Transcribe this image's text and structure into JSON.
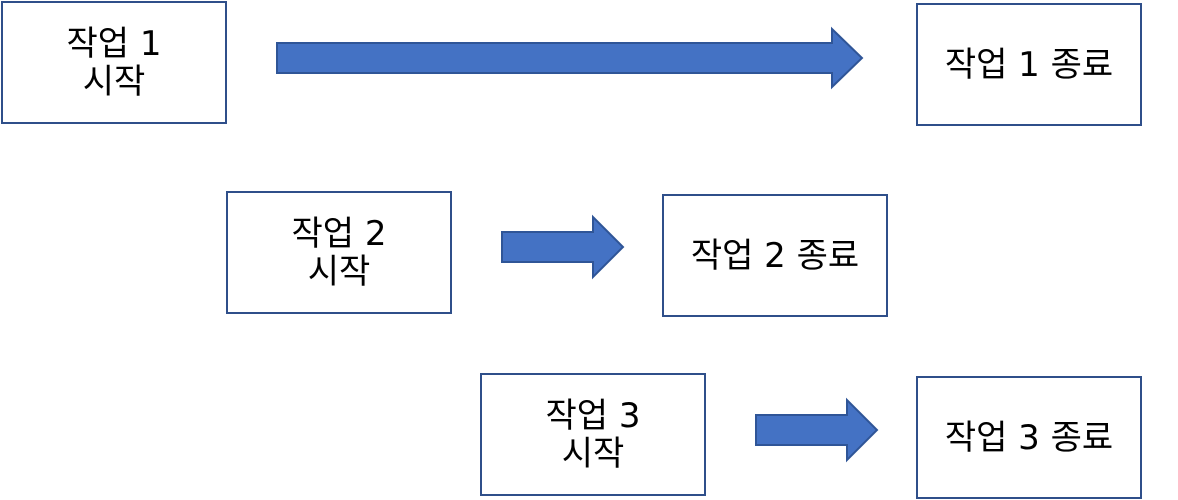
{
  "colors": {
    "arrow_fill": "#4472c4",
    "arrow_stroke": "#2f5597",
    "box_border": "#2f4f8a"
  },
  "tasks": [
    {
      "start_label": "작업 1\n시작",
      "end_label": "작업 1 종료"
    },
    {
      "start_label": "작업 2\n시작",
      "end_label": "작업 2 종료"
    },
    {
      "start_label": "작업 3\n시작",
      "end_label": "작업 3 종료"
    }
  ]
}
